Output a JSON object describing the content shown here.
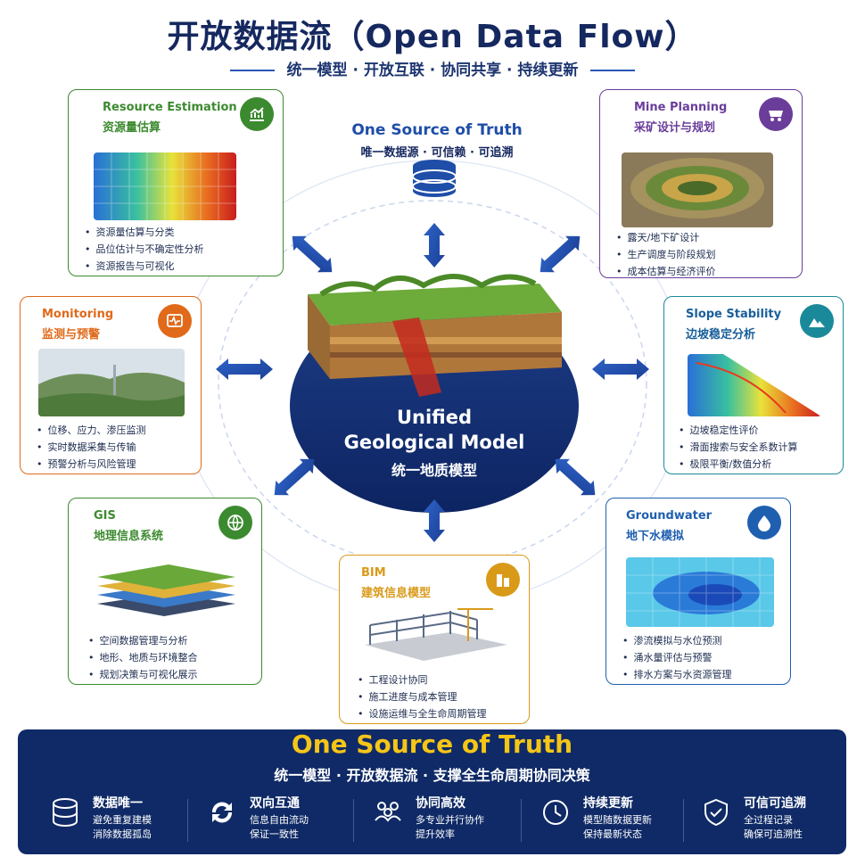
{
  "header": {
    "title": "开放数据流（Open Data Flow）",
    "subtitle": "统一模型 · 开放互联 · 协同共享 · 持续更新"
  },
  "source_top": {
    "title_en": "One Source of Truth",
    "title_zh": "唯一数据源 · 可信赖 · 可追溯",
    "icon": "database-icon"
  },
  "center": {
    "title_en_1": "Unified",
    "title_en_2": "Geological Model",
    "title_zh": "统一地质模型"
  },
  "cards": {
    "resource": {
      "en": "Resource Estimation",
      "zh": "资源量估算",
      "color": "#3c8a2f",
      "icon": "chart-up-icon",
      "items": [
        "资源量估算与分类",
        "品位估计与不确定性分析",
        "资源报告与可视化"
      ]
    },
    "mine": {
      "en": "Mine Planning",
      "zh": "采矿设计与规划",
      "color": "#6a3d9a",
      "icon": "mine-cart-icon",
      "items": [
        "露天/地下矿设计",
        "生产调度与阶段规划",
        "成本估算与经济评价"
      ]
    },
    "monitoring": {
      "en": "Monitoring",
      "zh": "监测与预警",
      "color": "#e06a1a",
      "icon": "monitor-wave-icon",
      "items": [
        "位移、应力、渗压监测",
        "实时数据采集与传输",
        "预警分析与风险管理"
      ]
    },
    "slope": {
      "en": "Slope Stability",
      "zh": "边坡稳定分析",
      "color": "#1a8a9a",
      "icon": "mountain-icon",
      "items": [
        "边坡稳定性评价",
        "滑面搜索与安全系数计算",
        "极限平衡/数值分析"
      ]
    },
    "gis": {
      "en": "GIS",
      "zh": "地理信息系统",
      "color": "#3c8a2f",
      "icon": "globe-icon",
      "items": [
        "空间数据管理与分析",
        "地形、地质与环境整合",
        "规划决策与可视化展示"
      ]
    },
    "bim": {
      "en": "BIM",
      "zh": "建筑信息模型",
      "color": "#d99a1a",
      "icon": "building-icon",
      "items": [
        "工程设计协同",
        "施工进度与成本管理",
        "设施运维与全生命周期管理"
      ]
    },
    "groundwater": {
      "en": "Groundwater",
      "zh": "地下水模拟",
      "color": "#1f5fb0",
      "icon": "water-drop-icon",
      "items": [
        "渗流模拟与水位预测",
        "涌水量评估与预警",
        "排水方案与水资源管理"
      ]
    }
  },
  "banner": {
    "title": "One Source of Truth",
    "subtitle": "统一模型 · 开放数据流 · 支撑全生命周期协同决策",
    "features": [
      {
        "title": "数据唯一",
        "line1": "避免重复建模",
        "line2": "消除数据孤岛",
        "icon": "database-icon"
      },
      {
        "title": "双向互通",
        "line1": "信息自由流动",
        "line2": "保证一致性",
        "icon": "sync-icon"
      },
      {
        "title": "协同高效",
        "line1": "多专业并行协作",
        "line2": "提升效率",
        "icon": "team-icon"
      },
      {
        "title": "持续更新",
        "line1": "模型随数据更新",
        "line2": "保持最新状态",
        "icon": "clock-icon"
      },
      {
        "title": "可信可追溯",
        "line1": "全过程记录",
        "line2": "确保可追溯性",
        "icon": "shield-check-icon"
      }
    ]
  }
}
